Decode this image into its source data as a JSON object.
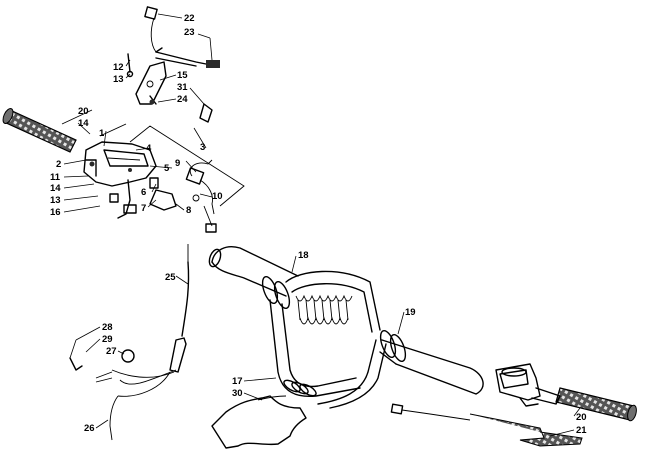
{
  "diagram": {
    "callouts": [
      {
        "id": "c1",
        "label": "1"
      },
      {
        "id": "c2",
        "label": "2"
      },
      {
        "id": "c3",
        "label": "3"
      },
      {
        "id": "c4",
        "label": "4"
      },
      {
        "id": "c5",
        "label": "5"
      },
      {
        "id": "c6",
        "label": "6"
      },
      {
        "id": "c7",
        "label": "7"
      },
      {
        "id": "c8",
        "label": "8"
      },
      {
        "id": "c9",
        "label": "9"
      },
      {
        "id": "c10",
        "label": "10"
      },
      {
        "id": "c11",
        "label": "11"
      },
      {
        "id": "c12",
        "label": "12"
      },
      {
        "id": "c13a",
        "label": "13"
      },
      {
        "id": "c13b",
        "label": "13"
      },
      {
        "id": "c14a",
        "label": "14"
      },
      {
        "id": "c14b",
        "label": "14"
      },
      {
        "id": "c15",
        "label": "15"
      },
      {
        "id": "c16",
        "label": "16"
      },
      {
        "id": "c17",
        "label": "17"
      },
      {
        "id": "c18",
        "label": "18"
      },
      {
        "id": "c19",
        "label": "19"
      },
      {
        "id": "c20a",
        "label": "20"
      },
      {
        "id": "c20b",
        "label": "20"
      },
      {
        "id": "c21",
        "label": "21"
      },
      {
        "id": "c22",
        "label": "22"
      },
      {
        "id": "c23",
        "label": "23"
      },
      {
        "id": "c24",
        "label": "24"
      },
      {
        "id": "c25",
        "label": "25"
      },
      {
        "id": "c26",
        "label": "26"
      },
      {
        "id": "c27",
        "label": "27"
      },
      {
        "id": "c28",
        "label": "28"
      },
      {
        "id": "c29",
        "label": "29"
      },
      {
        "id": "c30",
        "label": "30"
      },
      {
        "id": "c31",
        "label": "31"
      }
    ]
  }
}
